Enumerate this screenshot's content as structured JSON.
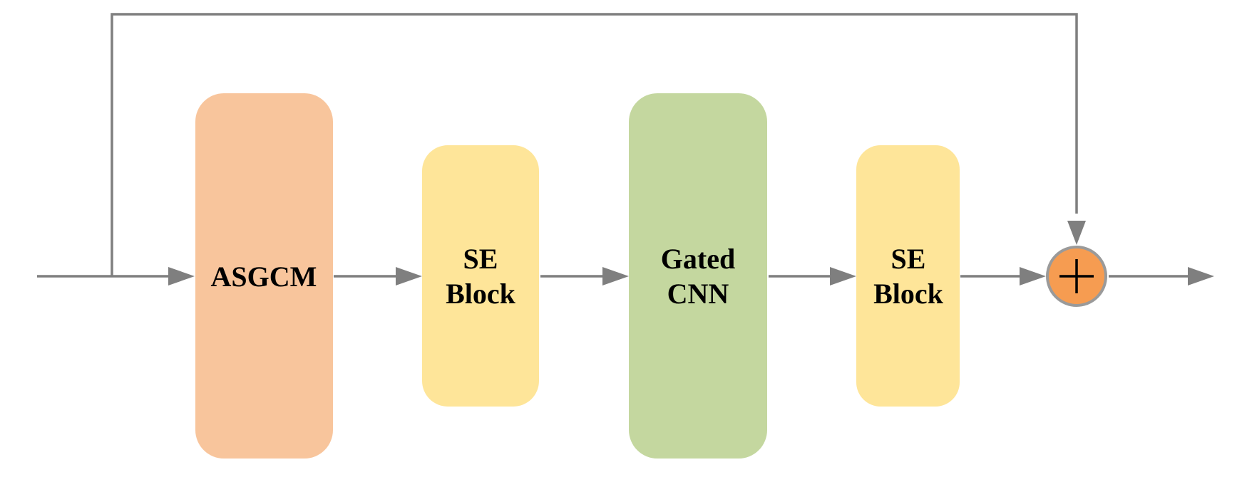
{
  "colors": {
    "line": "#7f7f7f",
    "asgcm_fill": "#f8c59c",
    "se_fill": "#fee599",
    "gated_fill": "#c4d79f",
    "sum_fill": "#f69c51",
    "sum_stroke": "#9a9a9a"
  },
  "blocks": {
    "asgcm": {
      "label": "ASGCM"
    },
    "se1": {
      "line1": "SE",
      "line2": "Block"
    },
    "gated": {
      "line1": "Gated",
      "line2": "CNN"
    },
    "se2": {
      "line1": "SE",
      "line2": "Block"
    }
  },
  "sum_node": {
    "symbol": "+",
    "icon": "plus-icon"
  }
}
